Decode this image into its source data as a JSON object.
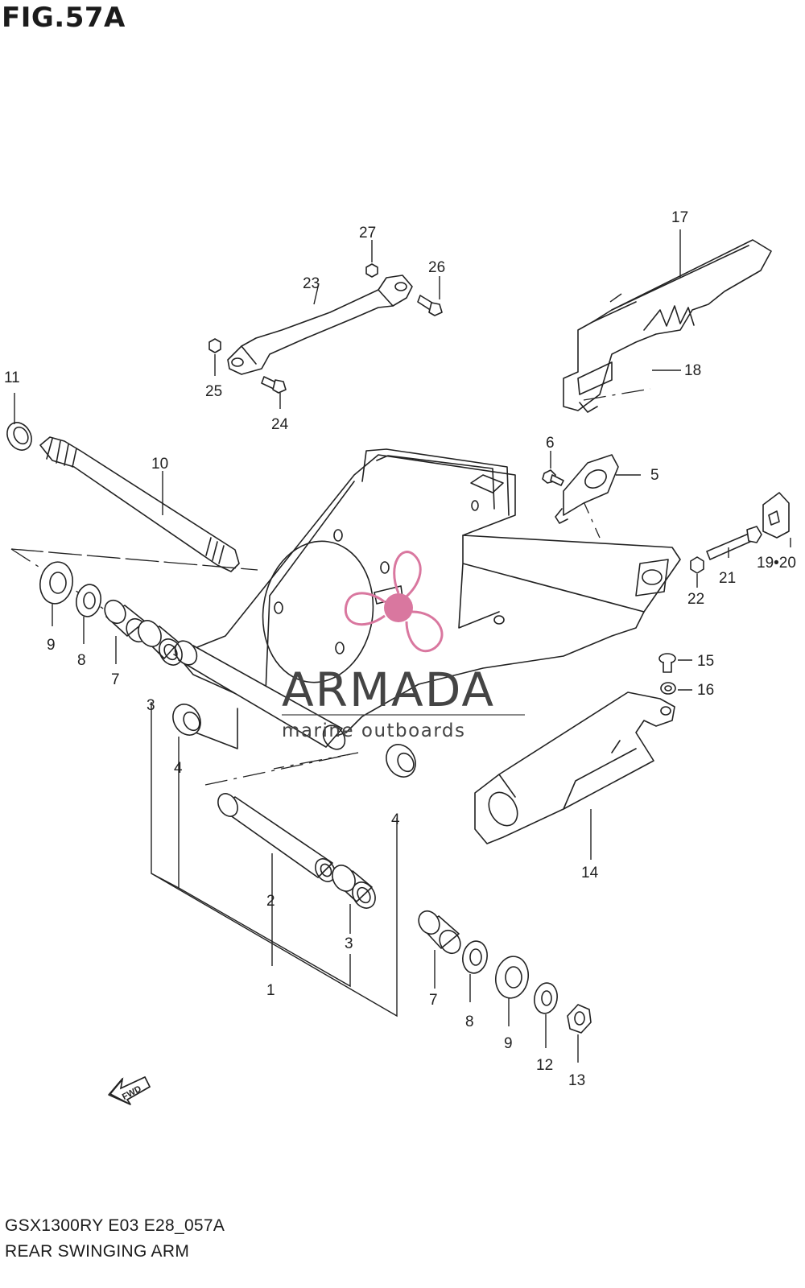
{
  "figure": {
    "title": "FIG.57A",
    "code": "GSX1300RY E03 E28_057A",
    "name": "REAR SWINGING ARM"
  },
  "watermark": {
    "brand": "ARMADA",
    "tagline": "marine outboards",
    "accent_color": "#d9779f",
    "text_color": "#444444"
  },
  "fwd_badge": "FWD",
  "callouts": {
    "c1": "1",
    "c2": "2",
    "c3a": "3",
    "c3b": "3",
    "c4a": "4",
    "c4b": "4",
    "c5": "5",
    "c6": "6",
    "c7a": "7",
    "c7b": "7",
    "c8a": "8",
    "c8b": "8",
    "c9a": "9",
    "c9b": "9",
    "c10": "10",
    "c11": "11",
    "c12": "12",
    "c13": "13",
    "c14": "14",
    "c15": "15",
    "c16": "16",
    "c17": "17",
    "c18": "18",
    "c1920": "19•20",
    "c21": "21",
    "c22": "22",
    "c23": "23",
    "c24": "24",
    "c25": "25",
    "c26": "26",
    "c27": "27"
  }
}
